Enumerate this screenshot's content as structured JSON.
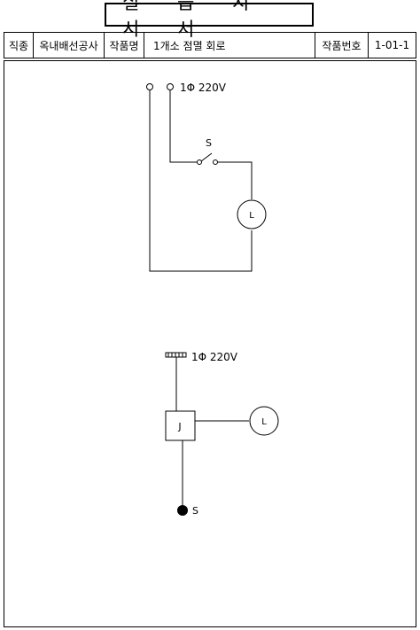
{
  "title": "실 습 지 시 서",
  "header": {
    "job_label": "직종",
    "job_value": "옥내배선공사",
    "work_label": "작품명",
    "work_value": "1개소 점멸 회로",
    "number_label": "작품번호",
    "number_value": "1-01-1"
  },
  "diagram1": {
    "supply_label": "1Φ 220V",
    "switch_label": "S",
    "lamp_label": "L"
  },
  "diagram2": {
    "supply_label": "1Φ 220V",
    "junction_label": "J",
    "lamp_label": "L",
    "switch_label": "S"
  }
}
